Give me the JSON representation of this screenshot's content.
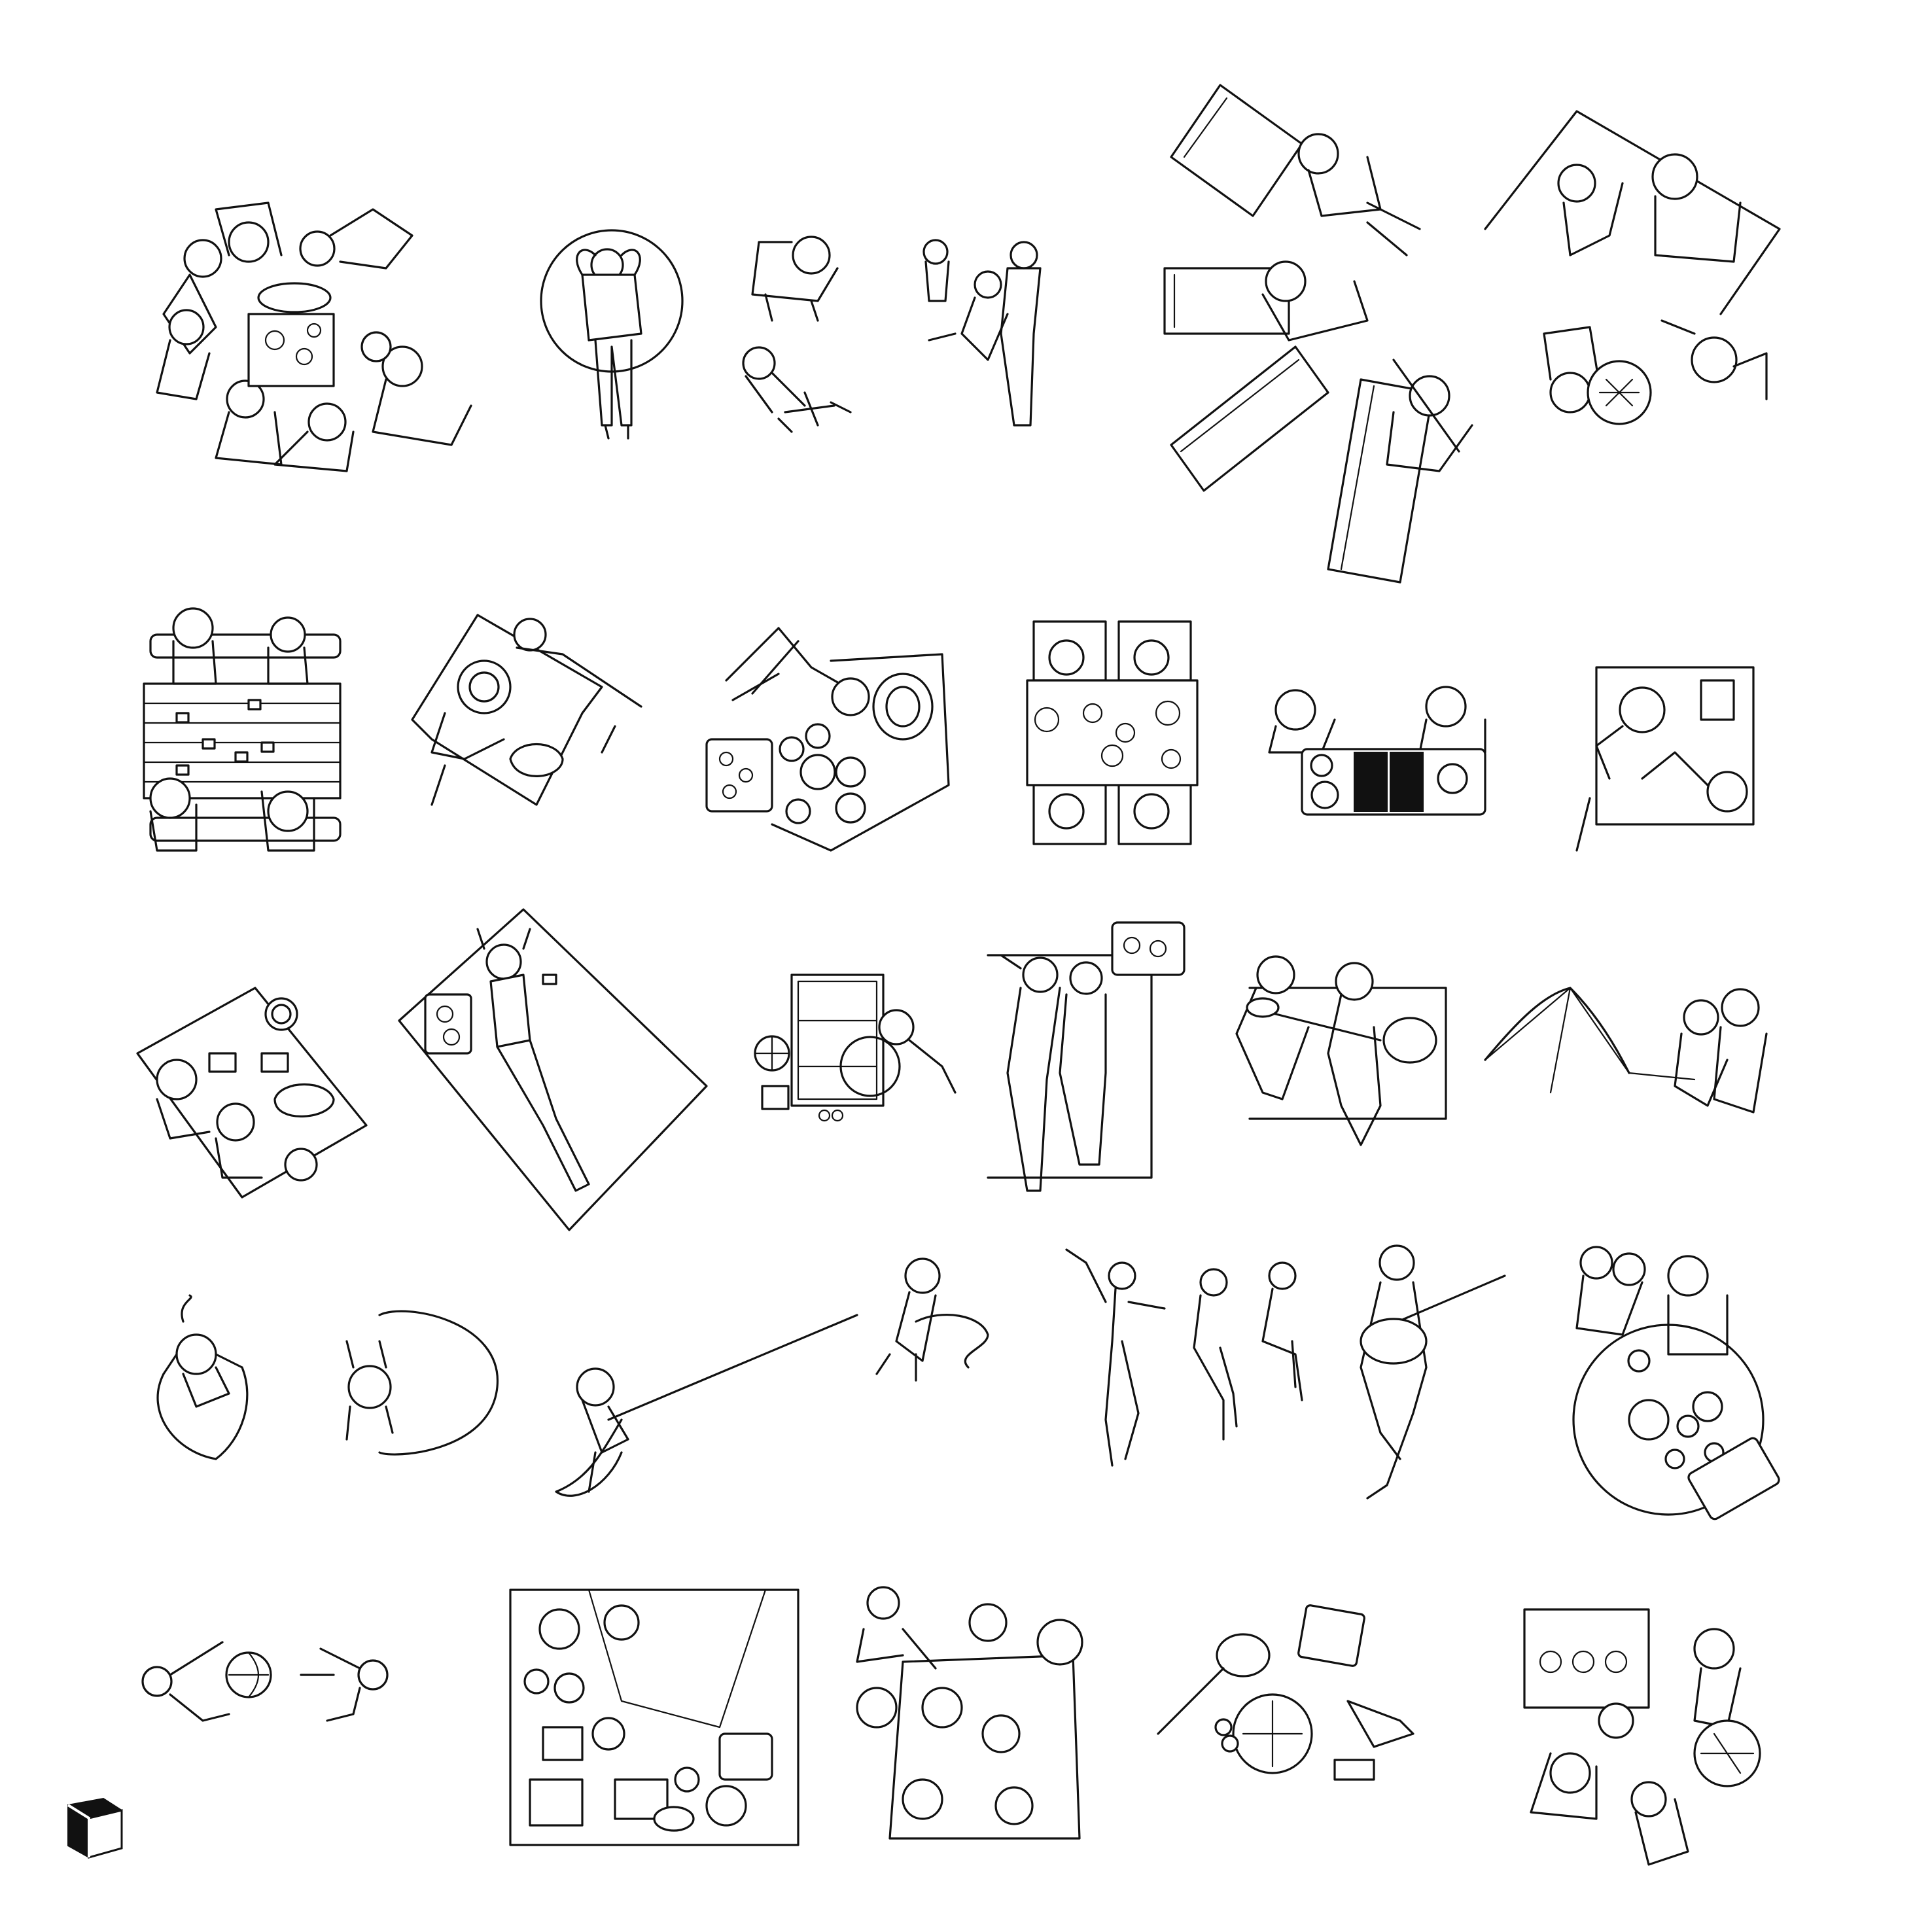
{
  "sheet": {
    "background": "#ffffff",
    "line_color": "#111111",
    "vignettes": [
      {
        "id": "group-gathering",
        "kind": "group of people gathered around food"
      },
      {
        "id": "lying-on-round-mat",
        "kind": "person relaxing on round mat"
      },
      {
        "id": "kid-with-toy-plane",
        "kind": "adult and child with toy airplane"
      },
      {
        "id": "adults-with-child",
        "kind": "two adults and child walking"
      },
      {
        "id": "deck-chairs",
        "kind": "people on deck chairs"
      },
      {
        "id": "bbq-on-blanket",
        "kind": "people grilling on blanket"
      },
      {
        "id": "picnic-table-cards",
        "kind": "four people at picnic table"
      },
      {
        "id": "couple-sitting",
        "kind": "couple sitting on blanket"
      },
      {
        "id": "food-spread-blanket",
        "kind": "people with food spread"
      },
      {
        "id": "dining-table",
        "kind": "people dining at table"
      },
      {
        "id": "bbq-station",
        "kind": "people at barbecue station"
      },
      {
        "id": "two-on-blanket",
        "kind": "two people on small blanket"
      },
      {
        "id": "blanket-group",
        "kind": "group sitting on blanket"
      },
      {
        "id": "sunbathing",
        "kind": "person lying on blanket"
      },
      {
        "id": "rug-and-ball",
        "kind": "person near rug with beach ball"
      },
      {
        "id": "couple-lying",
        "kind": "couple lying down"
      },
      {
        "id": "guitar-on-blanket",
        "kind": "two people with guitar"
      },
      {
        "id": "kite-couple",
        "kind": "couple with kite"
      },
      {
        "id": "jump-rope-1",
        "kind": "child jumping rope"
      },
      {
        "id": "jump-rope-2",
        "kind": "person with jump rope"
      },
      {
        "id": "tug-of-war",
        "kind": "two people pulling rope"
      },
      {
        "id": "dancing-group",
        "kind": "people dancing and guitarist"
      },
      {
        "id": "round-table-meal",
        "kind": "people at round table"
      },
      {
        "id": "ball-game",
        "kind": "two people playing catch"
      },
      {
        "id": "picnic-spread",
        "kind": "food spread on blanket"
      },
      {
        "id": "crowd-on-blanket",
        "kind": "crowd sitting on blanket"
      },
      {
        "id": "guitar-and-grill",
        "kind": "guitar, grill and food items"
      },
      {
        "id": "grill-station",
        "kind": "people at grill station"
      }
    ],
    "logo": {
      "name": "brand-logo",
      "fill": "#111111"
    }
  }
}
